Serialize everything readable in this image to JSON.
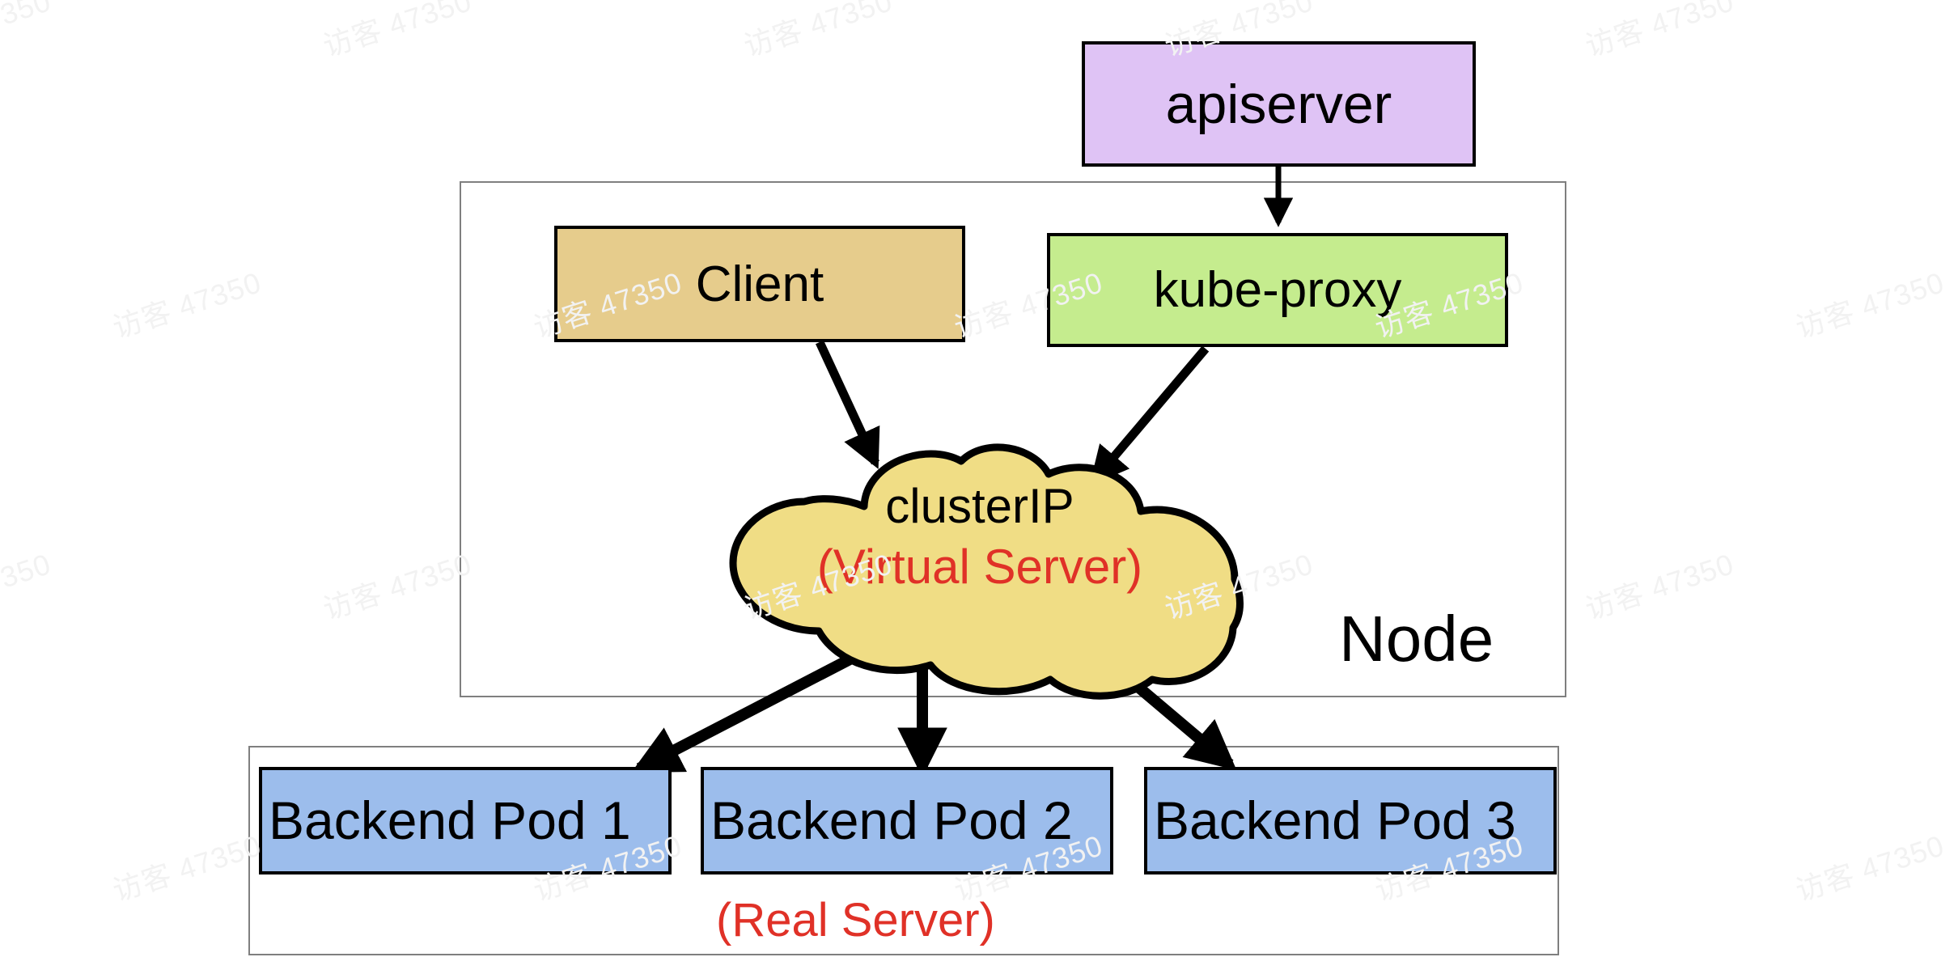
{
  "diagram": {
    "title": "Kubernetes kube-proxy clusterIP service diagram",
    "colors": {
      "apiserver_fill": "#dfc3f5",
      "client_fill": "#e6cc8c",
      "kubeproxy_fill": "#c5ec8e",
      "cloud_fill": "#f0dd85",
      "pod_fill": "#9cbdec",
      "stroke": "#000000",
      "frame_stroke": "#7f7f7f",
      "red_text": "#e03127",
      "background": "#ffffff"
    },
    "nodes": {
      "apiserver": "apiserver",
      "client": "Client",
      "kube_proxy": "kube-proxy",
      "cluster_ip_line1": "clusterIP",
      "cluster_ip_line2": "(Virtual Server)",
      "node_frame_label": "Node",
      "real_server_label": "(Real Server)"
    },
    "pods": [
      {
        "label": "Backend Pod 1"
      },
      {
        "label": "Backend Pod 2"
      },
      {
        "label": "Backend Pod 3"
      }
    ],
    "edges": [
      {
        "from": "apiserver",
        "to": "kube-proxy"
      },
      {
        "from": "Client",
        "to": "clusterIP"
      },
      {
        "from": "kube-proxy",
        "to": "clusterIP"
      },
      {
        "from": "clusterIP",
        "to": "Backend Pod 1"
      },
      {
        "from": "clusterIP",
        "to": "Backend Pod 2"
      },
      {
        "from": "clusterIP",
        "to": "Backend Pod 3"
      }
    ]
  },
  "watermark": {
    "text": "访客 47350"
  }
}
